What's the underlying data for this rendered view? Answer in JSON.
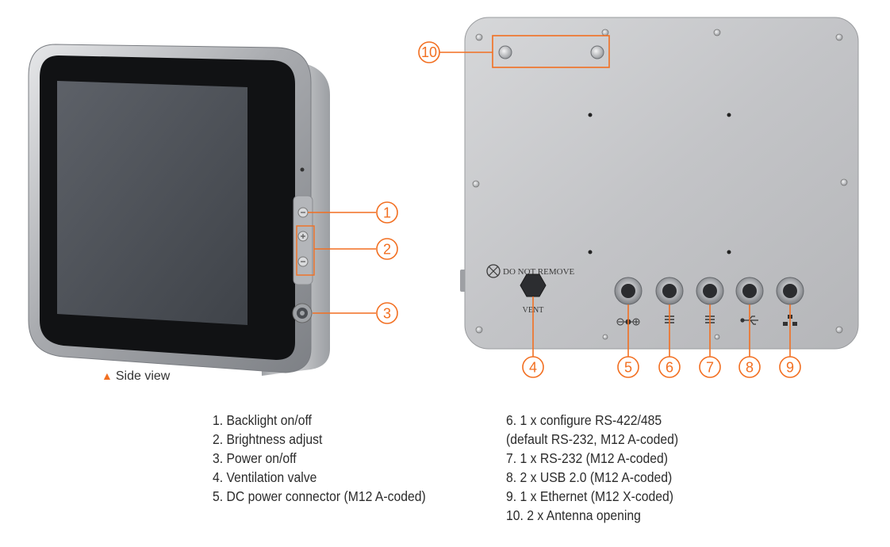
{
  "side_view_caption": {
    "marker": "▲",
    "label": "Side view"
  },
  "callouts": [
    "1",
    "2",
    "3",
    "4",
    "5",
    "6",
    "7",
    "8",
    "9",
    "10"
  ],
  "panel_labels": {
    "do_not_remove": "DO NOT REMOVE",
    "vent": "VENT"
  },
  "legend_left": [
    "1. Backlight on/off",
    "2. Brightness adjust",
    "3. Power on/off",
    "4. Ventilation valve",
    "5. DC power connector (M12 A-coded)"
  ],
  "legend_right": [
    {
      "line": "6. 1 x configure RS-422/485",
      "continuation": "(default RS-232, M12 A-coded)"
    },
    {
      "line": "7. 1 x RS-232 (M12 A-coded)"
    },
    {
      "line": "8. 2 x USB 2.0  (M12 A-coded)"
    },
    {
      "line": "9. 1 x Ethernet (M12 X-coded)"
    },
    {
      "line": "10. 2 x Antenna opening"
    }
  ],
  "colors": {
    "accent": "#f26f21",
    "text": "#2b2b2b",
    "screen": "#4a4f56",
    "bezel": "#121212",
    "steel": "#c9cacc"
  },
  "icons": {
    "button_1": "backlight-icon",
    "button_2a": "brightness-up-icon",
    "button_2b": "brightness-down-icon",
    "button_3": "power-icon",
    "port_5": "dc-polarity-icon",
    "port_8": "usb-icon",
    "port_9": "network-icon",
    "panel_warning": "do-not-remove-icon"
  }
}
